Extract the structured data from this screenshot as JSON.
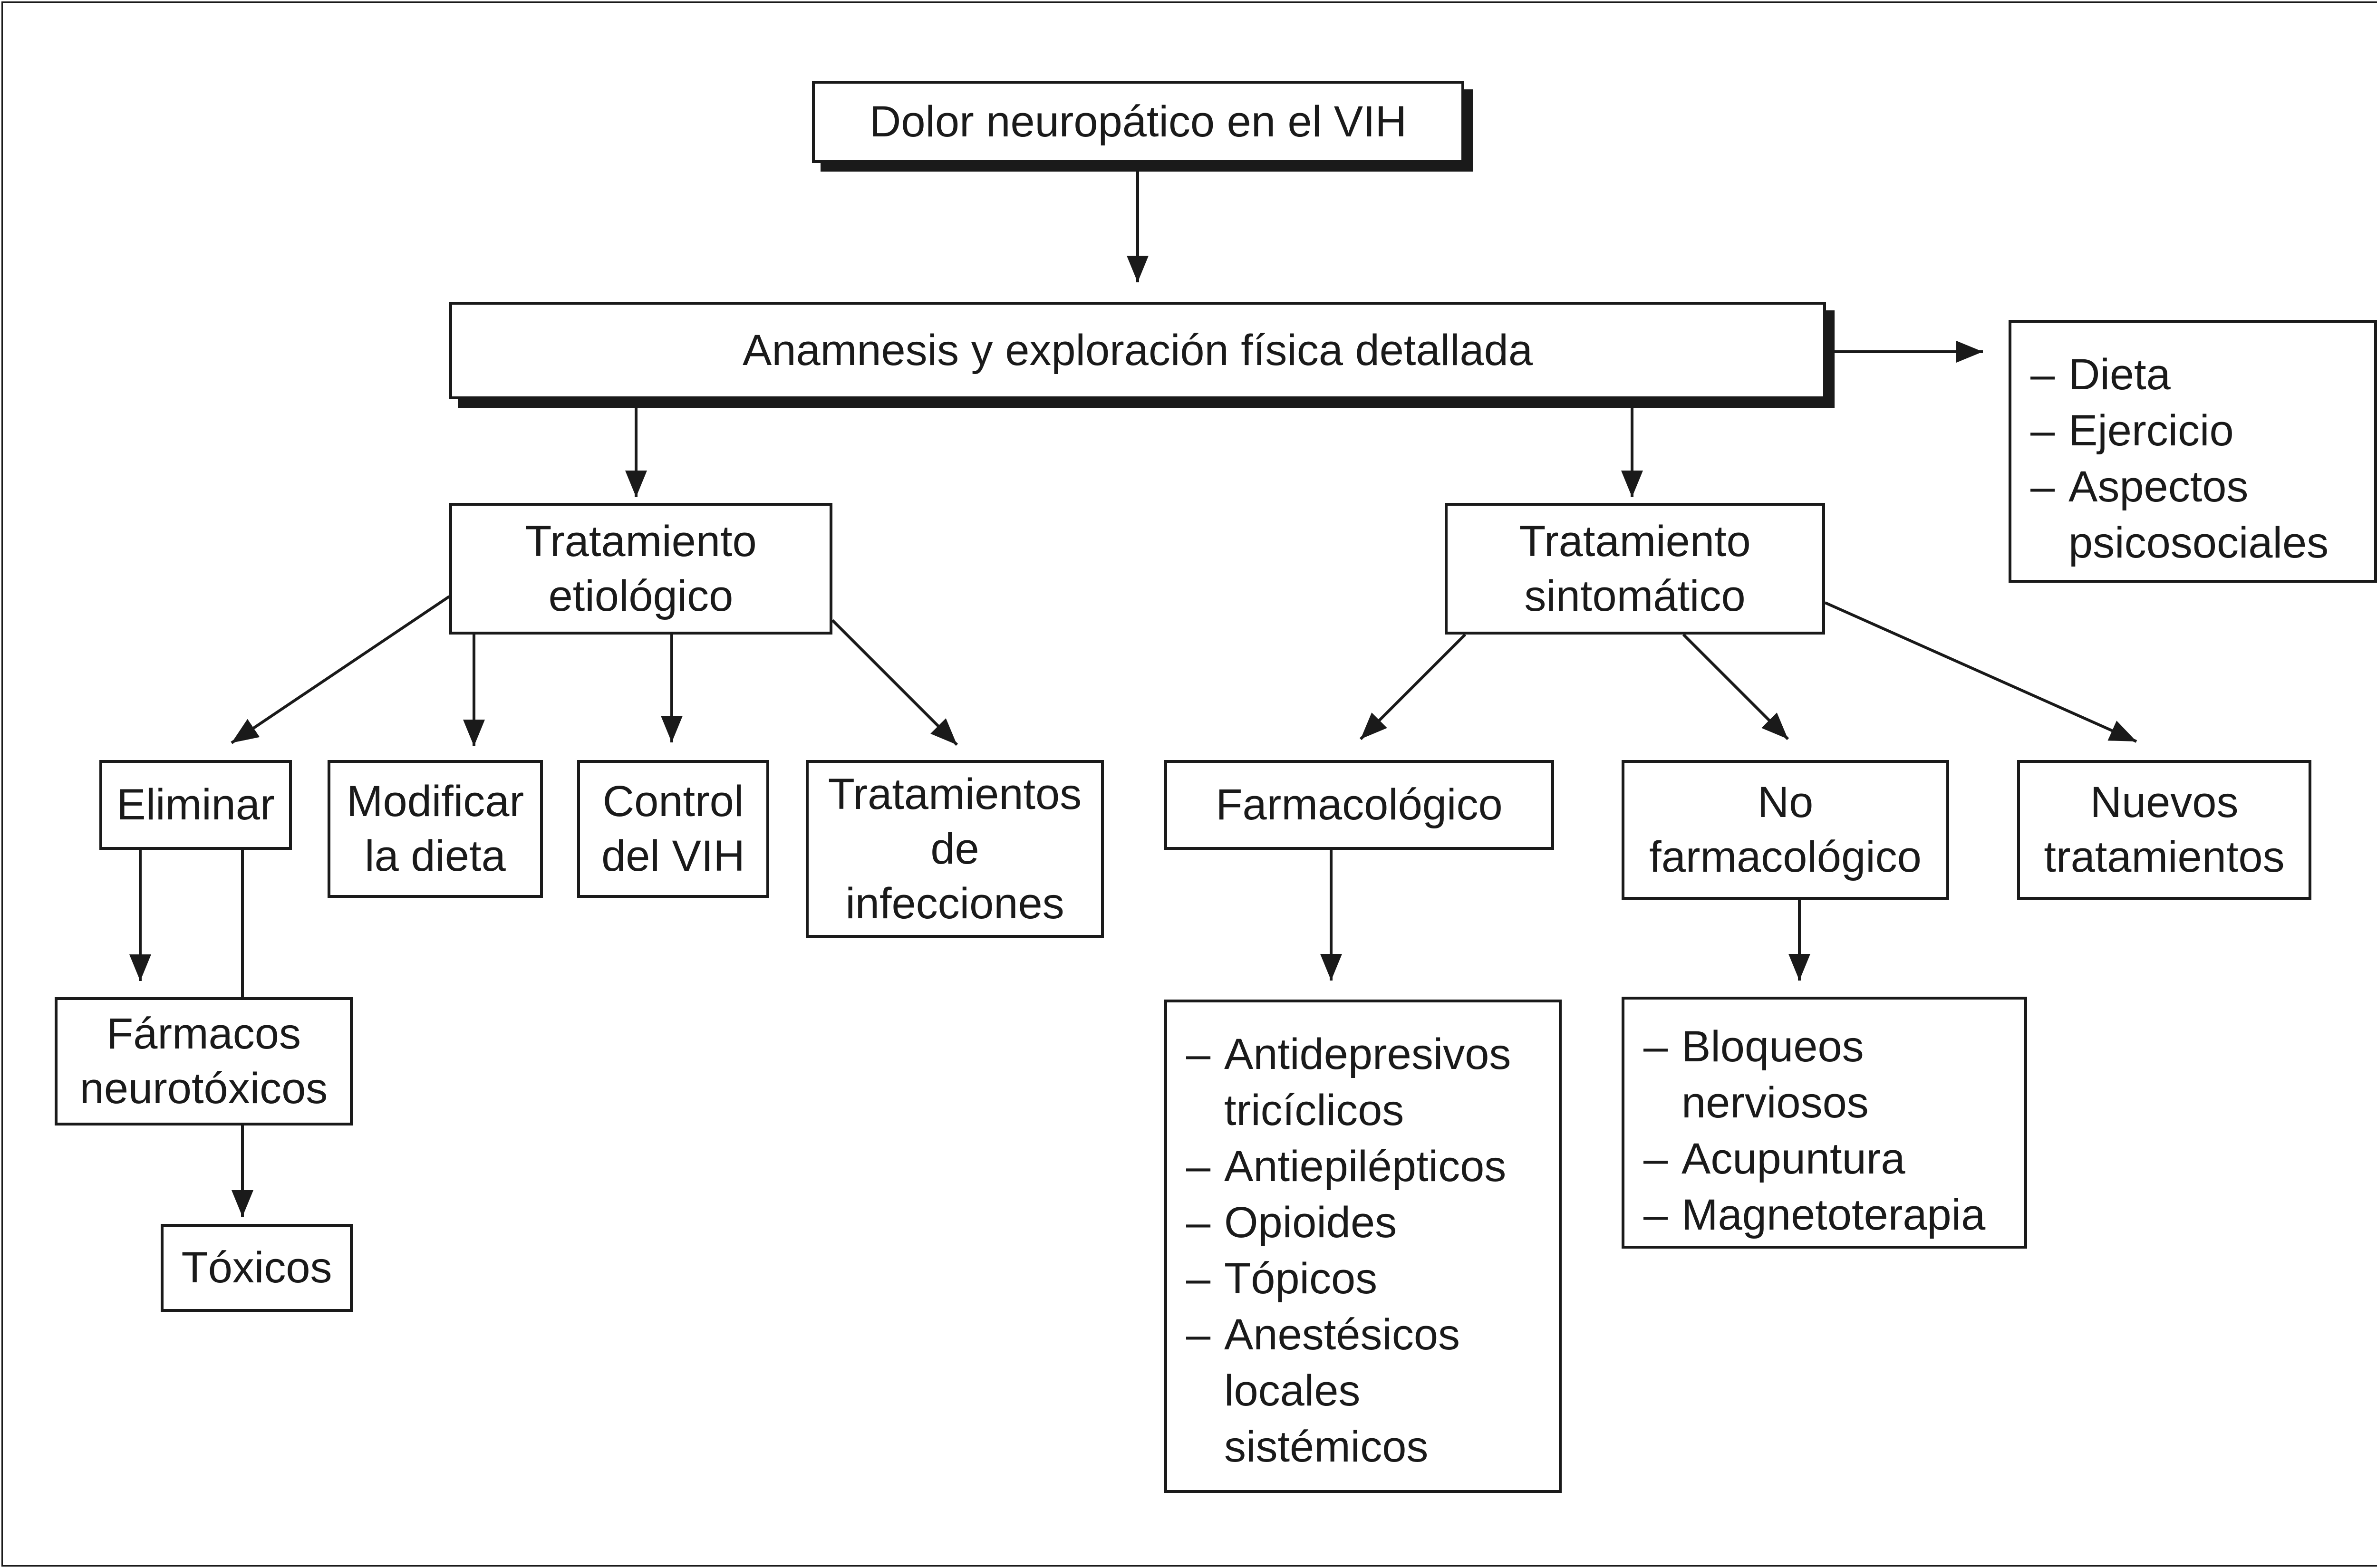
{
  "nodes": {
    "root": "Dolor neuropático en el VIH",
    "anamnesis": "Anamnesis y exploración física detallada",
    "etiologico": "Tratamiento\netiológico",
    "sintomatico": "Tratamiento\nsintomático",
    "eliminar": "Eliminar",
    "modificar": "Modificar\nla dieta",
    "control": "Control\ndel VIH",
    "infecciones": "Tratamientos\nde\ninfecciones",
    "farmacos": "Fármacos\nneurotóxicos",
    "toxicos": "Tóxicos",
    "farmacologico": "Farmacológico",
    "no_farmacologico": "No\nfarmacológico",
    "nuevos": "Nuevos\ntratamientos"
  },
  "lists": {
    "general": [
      "Dieta",
      "Ejercicio",
      "Aspectos\npsicosociales"
    ],
    "farmacologico": [
      "Antidepresivos\ntricíclicos",
      "Antiepilépticos",
      "Opioides",
      "Tópicos",
      "Anestésicos\nlocales\nsistémicos"
    ],
    "no_farmacologico": [
      "Bloqueos\nnerviosos",
      "Acupuntura",
      "Magnetoterapia"
    ]
  },
  "colors": {
    "ink": "#1a1a1a",
    "background": "#ffffff"
  }
}
